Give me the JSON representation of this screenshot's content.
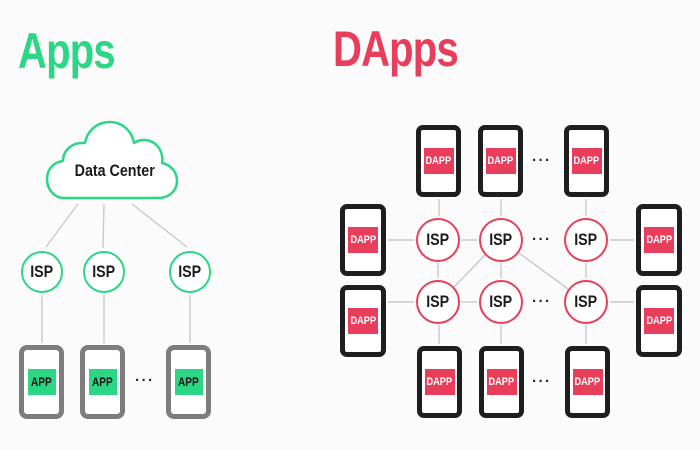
{
  "colors": {
    "green": "#2bd684",
    "pink": "#e83e5c",
    "phone_gray": "#7d7d7d",
    "phone_dark": "#1e1e1e",
    "connector": "#c9c9c9",
    "text_dark": "#1b1b1b",
    "bg": "#fbfbfb"
  },
  "left_panel": {
    "title": "Apps",
    "cloud": {
      "label": "Data Center"
    },
    "isp_nodes": [
      {
        "label": "ISP"
      },
      {
        "label": "ISP"
      },
      {
        "label": "ISP"
      }
    ],
    "phones": [
      {
        "badge": "APP"
      },
      {
        "badge": "APP"
      },
      {
        "badge": "APP"
      }
    ],
    "ellipsis": "···"
  },
  "right_panel": {
    "title": "DApps",
    "isp_rows": [
      [
        {
          "label": "ISP"
        },
        {
          "label": "ISP"
        },
        {
          "label": "ISP"
        }
      ],
      [
        {
          "label": "ISP"
        },
        {
          "label": "ISP"
        },
        {
          "label": "ISP"
        }
      ]
    ],
    "phones_top": [
      {
        "badge": "DAPP"
      },
      {
        "badge": "DAPP"
      },
      {
        "badge": "DAPP"
      }
    ],
    "phones_bottom": [
      {
        "badge": "DAPP"
      },
      {
        "badge": "DAPP"
      },
      {
        "badge": "DAPP"
      }
    ],
    "phones_left": [
      {
        "badge": "DAPP"
      },
      {
        "badge": "DAPP"
      }
    ],
    "phones_right": [
      {
        "badge": "DAPP"
      },
      {
        "badge": "DAPP"
      }
    ],
    "ellipsis": "···"
  }
}
